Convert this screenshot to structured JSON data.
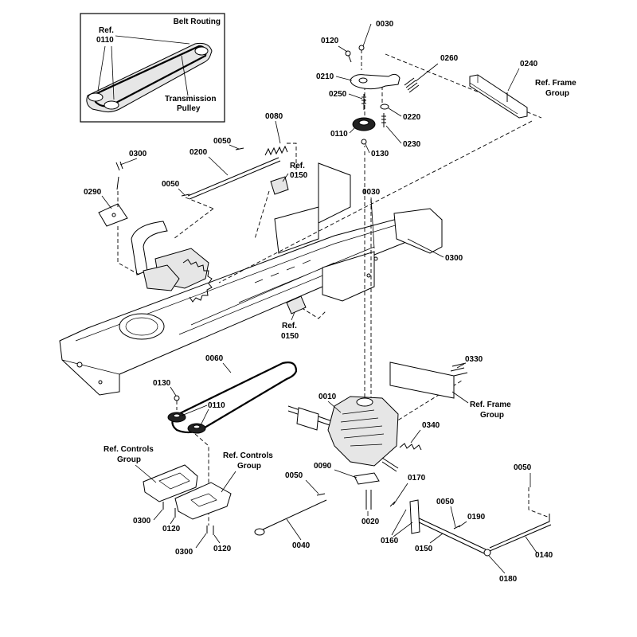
{
  "inset": {
    "title": "Belt Routing",
    "ref_line1": "Ref.",
    "ref_line2": "0110",
    "pulley_line1": "Transmission",
    "pulley_line2": "Pulley"
  },
  "labels": {
    "l0010": "0010",
    "l0020": "0020",
    "l0030a": "0030",
    "l0030b": "0030",
    "l0040": "0040",
    "l0050a": "0050",
    "l0050b": "0050",
    "l0050c": "0050",
    "l0050d": "0050",
    "l0050e": "0050",
    "l0060": "0060",
    "l0080": "0080",
    "l0090": "0090",
    "l0110a": "0110",
    "l0110b": "0110",
    "l0120a": "0120",
    "l0120b": "0120",
    "l0120c": "0120",
    "l0130a": "0130",
    "l0130b": "0130",
    "l0140": "0140",
    "l0150": "0150",
    "l0160": "0160",
    "l0170": "0170",
    "l0180": "0180",
    "l0190": "0190",
    "l0200": "0200",
    "l0210": "0210",
    "l0220": "0220",
    "l0230": "0230",
    "l0240": "0240",
    "l0250": "0250",
    "l0260": "0260",
    "l0290": "0290",
    "l0300a": "0300",
    "l0300b": "0300",
    "l0300c": "0300",
    "l0300d": "0300",
    "l0330": "0330",
    "l0340": "0340"
  },
  "refs": {
    "ref": "Ref.",
    "ref0150": "0150",
    "frame_group": "Ref. Frame",
    "group": "Group",
    "controls_group": "Ref. Controls"
  }
}
